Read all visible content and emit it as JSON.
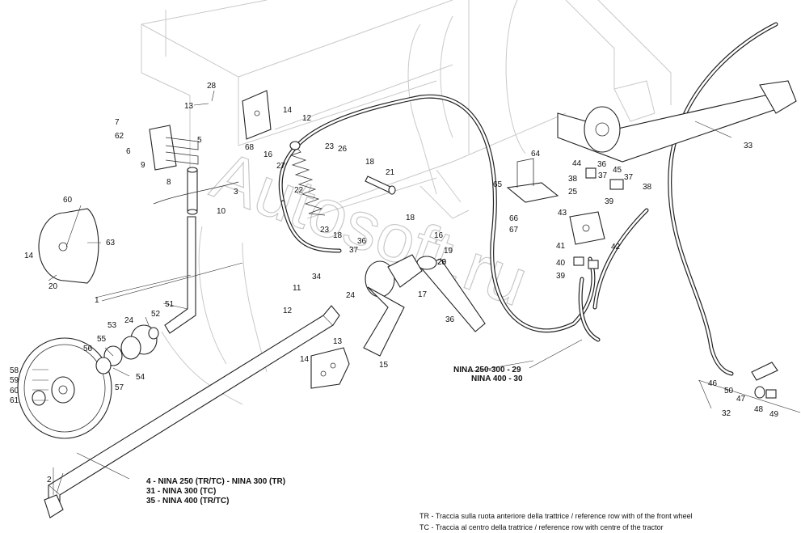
{
  "callouts": [
    "1",
    "2",
    "3",
    "5",
    "6",
    "7",
    "8",
    "9",
    "10",
    "11",
    "12",
    "12",
    "13",
    "13",
    "14",
    "14",
    "14",
    "15",
    "16",
    "16",
    "17",
    "18",
    "18",
    "18",
    "19",
    "20",
    "20",
    "21",
    "22",
    "23",
    "23",
    "24",
    "24",
    "25",
    "26",
    "27",
    "28",
    "28",
    "32",
    "33",
    "34",
    "36",
    "36",
    "36",
    "37",
    "37",
    "37",
    "38",
    "38",
    "39",
    "39",
    "40",
    "41",
    "42",
    "43",
    "44",
    "45",
    "46",
    "47",
    "48",
    "49",
    "50",
    "51",
    "52",
    "53",
    "54",
    "55",
    "56",
    "57",
    "58",
    "59",
    "60",
    "60",
    "61",
    "62",
    "63",
    "64",
    "65",
    "66",
    "67",
    "68"
  ],
  "model_notes": [
    "4 - NINA 250 (TR/TC) - NINA 300 (TR)",
    "31 - NINA 300 (TC)",
    "35 - NINA 400 (TR/TC)"
  ],
  "hose_notes": [
    "NINA 250-300 - 29",
    "NINA 400 - 30"
  ],
  "legend": [
    "TR - Traccia sulla ruota anteriore della trattrice / reference row with of the front wheel",
    "TC - Traccia al centro della trattrice  / reference row with centre of the tractor"
  ],
  "watermark": "Autosoft.ru"
}
